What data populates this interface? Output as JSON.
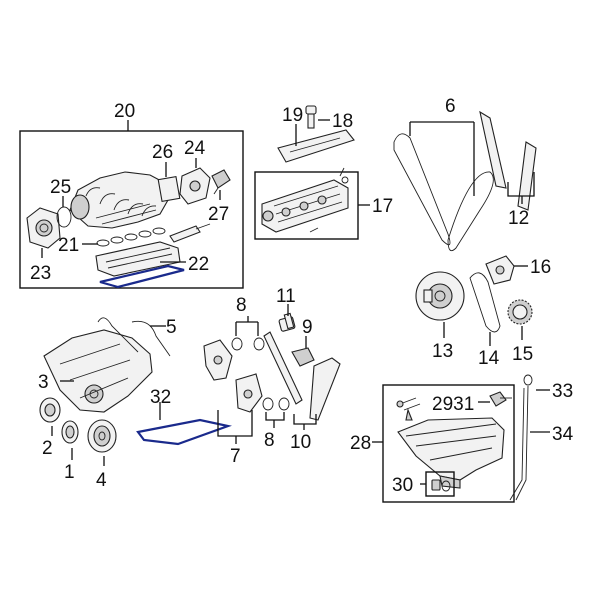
{
  "diagram": {
    "callouts": {
      "c1": "1",
      "c2": "2",
      "c3": "3",
      "c4": "4",
      "c5": "5",
      "c6": "6",
      "c7": "7",
      "c8a": "8",
      "c8b": "8",
      "c9": "9",
      "c10": "10",
      "c11": "11",
      "c12": "12",
      "c13": "13",
      "c14": "14",
      "c15": "15",
      "c16": "16",
      "c17": "17",
      "c18": "18",
      "c19": "19",
      "c20": "20",
      "c21": "21",
      "c22": "22",
      "c23": "23",
      "c24": "24",
      "c25": "25",
      "c26": "26",
      "c27": "27",
      "c28": "28",
      "c2931": "2931",
      "c30": "30",
      "c32": "32",
      "c33": "33",
      "c34": "34"
    },
    "colors": {
      "highlight": "#1a2a8c",
      "line": "#111111"
    }
  }
}
